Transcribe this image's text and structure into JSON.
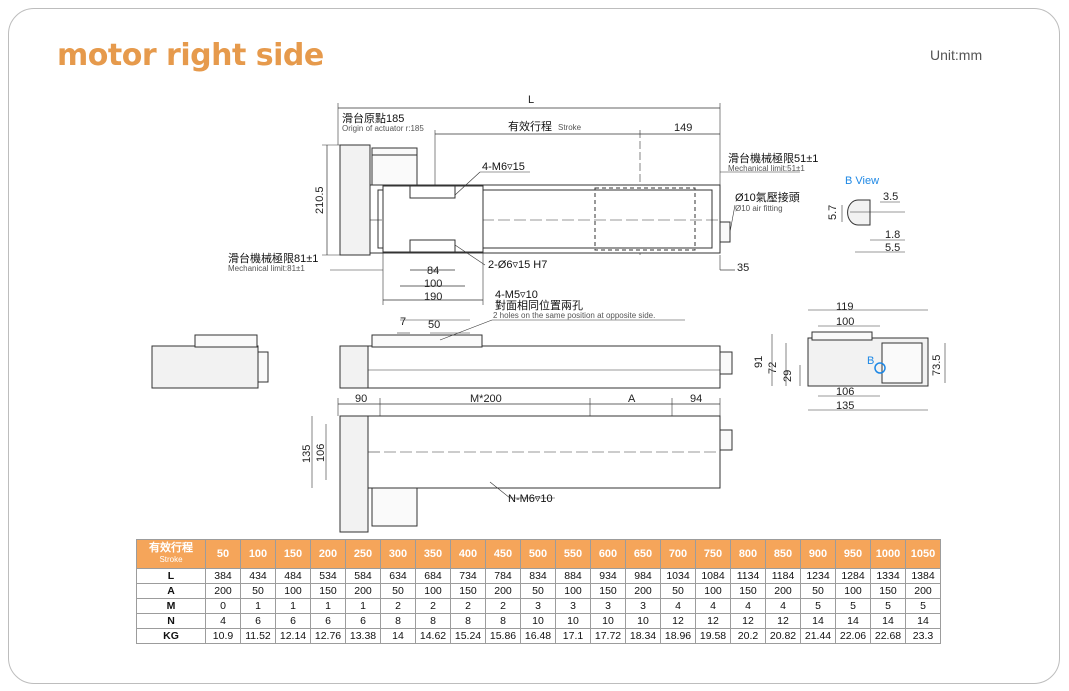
{
  "title": "motor right side",
  "unit": "Unit:mm",
  "labels": {
    "L": "L",
    "origin_cn": "滑台原點185",
    "origin_en": "Origin of actuator r:185",
    "stroke_cn": "有效行程",
    "stroke_en": "Stroke",
    "d149": "149",
    "mech51_cn": "滑台機械極限51±1",
    "mech51_en": "Mechanical limit:51±1",
    "m6": "4-M6▿15",
    "air_cn": "Ø10氣壓接頭",
    "air_en": "Ø10 air fitting",
    "d210": "210.5",
    "mech81_cn": "滑台機械極限81±1",
    "mech81_en": "Mechanical limit:81±1",
    "d84": "84",
    "d100a": "100",
    "d190": "190",
    "dowel": "2-Ø6▿15 H7",
    "d35": "35",
    "m5": "4-M5▿10",
    "holes_cn": "對面相同位置兩孔",
    "holes_en": "2 holes on the same position at opposite side.",
    "d7": "7",
    "d50": "50",
    "bview": "B View",
    "d35b": "3.5",
    "d57": "5.7",
    "d18": "1.8",
    "d55": "5.5",
    "d119": "119",
    "d100b": "100",
    "d91": "91",
    "d72": "72",
    "d29": "29",
    "d735": "73.5",
    "d106b": "106",
    "d135b": "135",
    "B": "B",
    "d90": "90",
    "dM200": "M*200",
    "dA": "A",
    "d94": "94",
    "d135": "135",
    "d106": "106",
    "nm6": "N-M6▿10"
  },
  "table": {
    "header_cn": "有效行程",
    "header_en": "Stroke",
    "strokes": [
      "50",
      "100",
      "150",
      "200",
      "250",
      "300",
      "350",
      "400",
      "450",
      "500",
      "550",
      "600",
      "650",
      "700",
      "750",
      "800",
      "850",
      "900",
      "950",
      "1000",
      "1050"
    ],
    "rows": [
      {
        "name": "L",
        "values": [
          "384",
          "434",
          "484",
          "534",
          "584",
          "634",
          "684",
          "734",
          "784",
          "834",
          "884",
          "934",
          "984",
          "1034",
          "1084",
          "1134",
          "1184",
          "1234",
          "1284",
          "1334",
          "1384"
        ]
      },
      {
        "name": "A",
        "values": [
          "200",
          "50",
          "100",
          "150",
          "200",
          "50",
          "100",
          "150",
          "200",
          "50",
          "100",
          "150",
          "200",
          "50",
          "100",
          "150",
          "200",
          "50",
          "100",
          "150",
          "200"
        ]
      },
      {
        "name": "M",
        "values": [
          "0",
          "1",
          "1",
          "1",
          "1",
          "2",
          "2",
          "2",
          "2",
          "3",
          "3",
          "3",
          "3",
          "4",
          "4",
          "4",
          "4",
          "5",
          "5",
          "5",
          "5"
        ]
      },
      {
        "name": "N",
        "values": [
          "4",
          "6",
          "6",
          "6",
          "6",
          "8",
          "8",
          "8",
          "8",
          "10",
          "10",
          "10",
          "10",
          "12",
          "12",
          "12",
          "12",
          "14",
          "14",
          "14",
          "14"
        ]
      },
      {
        "name": "KG",
        "values": [
          "10.9",
          "11.52",
          "12.14",
          "12.76",
          "13.38",
          "14",
          "14.62",
          "15.24",
          "15.86",
          "16.48",
          "17.1",
          "17.72",
          "18.34",
          "18.96",
          "19.58",
          "20.2",
          "20.82",
          "21.44",
          "22.06",
          "22.68",
          "23.3"
        ]
      }
    ]
  },
  "colors": {
    "title": "#e69a4c",
    "header_bg": "#f5a55a",
    "bview": "#1e88e5"
  }
}
